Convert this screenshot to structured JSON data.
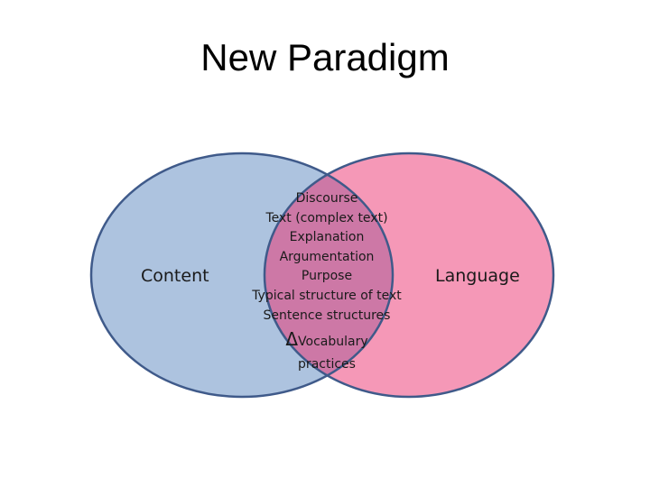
{
  "title": "New Paradigm",
  "circles": {
    "left_label": "Content",
    "right_label": "Language",
    "left_color": "#adc3df",
    "right_color": "#f598b7",
    "overlap_color": "#cd78a6",
    "outline_color": "#3f5a8a"
  },
  "overlap": {
    "items": [
      "Discourse",
      "Text (complex text)",
      "Explanation",
      "Argumentation",
      "Purpose",
      "Typical structure of text",
      "Sentence structures"
    ],
    "delta_symbol": "Δ",
    "delta_text": "Vocabulary",
    "last_line": "practices"
  }
}
